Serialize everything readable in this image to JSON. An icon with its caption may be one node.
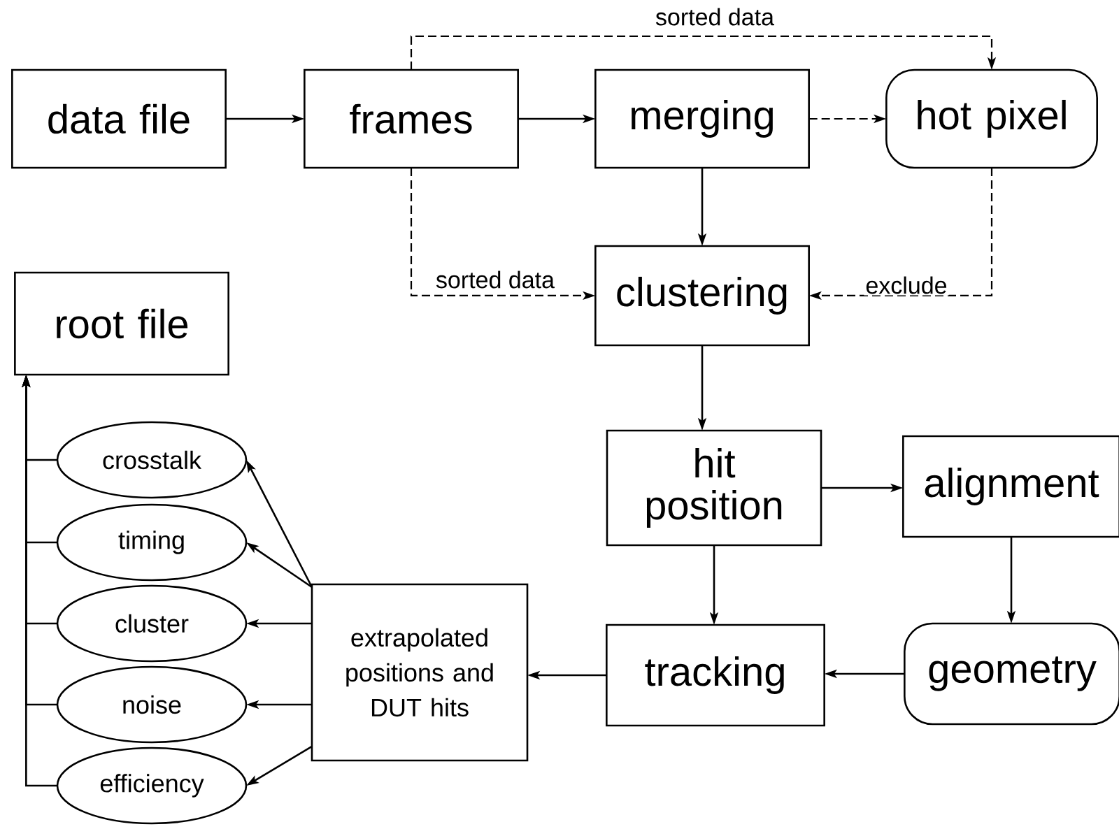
{
  "diagram": {
    "nodes": [
      {
        "text": [
          "data file"
        ]
      },
      {
        "text": [
          "frames"
        ]
      },
      {
        "text": [
          "merging"
        ]
      },
      {
        "text": [
          "hot pixel"
        ]
      },
      {
        "text": [
          "clustering"
        ]
      },
      {
        "text": [
          "root file"
        ]
      },
      {
        "text": [
          "hit position"
        ]
      },
      {
        "text": [
          "alignment"
        ]
      },
      {
        "text": [
          "tracking"
        ]
      },
      {
        "text": [
          "geometry"
        ]
      },
      {
        "text": [
          "extrapolated positions and DUT hits"
        ]
      },
      {
        "text": [
          "crosstalk"
        ]
      },
      {
        "text": [
          "timing"
        ]
      },
      {
        "text": [
          "cluster"
        ]
      },
      {
        "text": [
          "noise"
        ]
      },
      {
        "text": [
          "efficiency"
        ]
      }
    ],
    "edges": [
      {
        "from": 0,
        "to": 1,
        "arrow": "to"
      },
      {
        "from": 1,
        "to": 2,
        "arrow": "to"
      },
      {
        "from": 2,
        "to": 3,
        "arrow": "to",
        "style": "dashed"
      },
      {
        "from": 1,
        "to": 3,
        "arrow": "to",
        "style": "dashed",
        "label": "sorted data"
      },
      {
        "from": 2,
        "to": 4,
        "arrow": "to"
      },
      {
        "from": 1,
        "to": 4,
        "arrow": "to",
        "style": "dashed",
        "label": "sorted data"
      },
      {
        "from": 3,
        "to": 4,
        "arrow": "to",
        "style": "dashed",
        "label": "exclude"
      },
      {
        "from": 4,
        "to": 6,
        "arrow": "to"
      },
      {
        "from": 6,
        "to": 7,
        "arrow": "to"
      },
      {
        "from": 6,
        "to": 8,
        "arrow": "to"
      },
      {
        "from": 7,
        "to": 9,
        "arrow": "to"
      },
      {
        "from": 9,
        "to": 8,
        "arrow": "to"
      },
      {
        "from": 8,
        "to": 10,
        "arrow": "to"
      },
      {
        "from": 10,
        "to": 11,
        "arrow": "to"
      },
      {
        "from": 10,
        "to": 12,
        "arrow": "to"
      },
      {
        "from": 10,
        "to": 13,
        "arrow": "to"
      },
      {
        "from": 10,
        "to": 14,
        "arrow": "to"
      },
      {
        "from": 10,
        "to": 15,
        "arrow": "to"
      },
      {
        "from": 11,
        "to": 5,
        "arrow": "to"
      },
      {
        "from": 12,
        "to": 5,
        "arrow": "to"
      },
      {
        "from": 13,
        "to": 5,
        "arrow": "to"
      },
      {
        "from": 14,
        "to": 5,
        "arrow": "to"
      },
      {
        "from": 15,
        "to": 5,
        "arrow": "to"
      }
    ]
  }
}
